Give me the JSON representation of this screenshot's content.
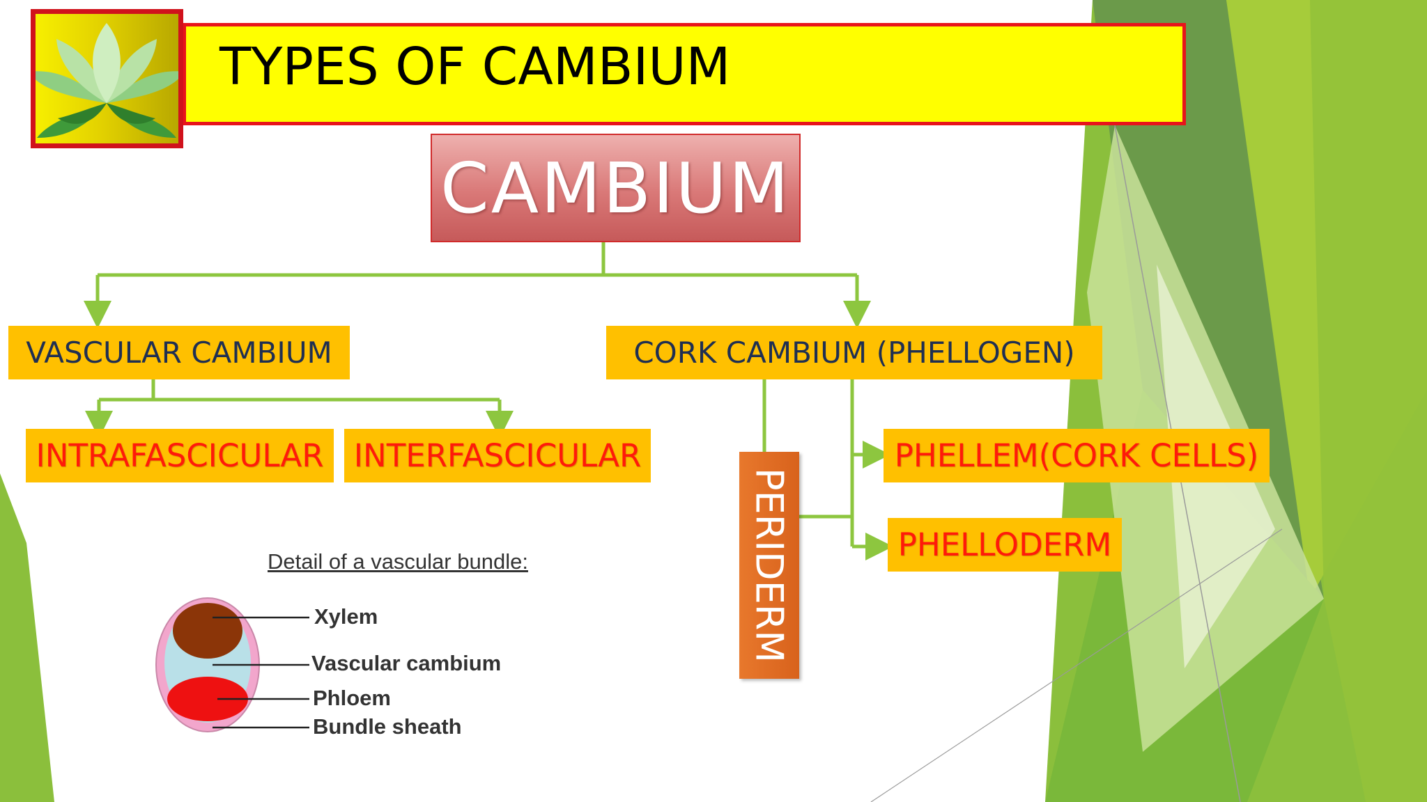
{
  "slide": {
    "title": "TYPES OF CAMBIUM",
    "colors": {
      "title_fill": "#ffff00",
      "title_border": "#e8141b",
      "box_fill": "#ffc000",
      "connector": "#8dc63f",
      "accent_green": "#76b82a",
      "periderm_fill": "#e8782c"
    },
    "logo": {
      "icon": "lotus-leaves-icon"
    }
  },
  "hierarchy": {
    "root": "CAMBIUM",
    "vascular": {
      "label": "VASCULAR CAMBIUM",
      "children": [
        "INTRAFASCICULAR",
        "INTERFASCICULAR"
      ]
    },
    "cork": {
      "label": "CORK CAMBIUM (PHELLOGEN)",
      "group": "PERIDERM",
      "children": [
        "PHELLEM(CORK CELLS)",
        "PHELLODERM"
      ]
    }
  },
  "bundle": {
    "title": "Detail of a vascular bundle:",
    "parts": [
      "Xylem",
      "Vascular cambium",
      "Phloem",
      "Bundle sheath"
    ],
    "colors": {
      "xylem": "#8b3508",
      "cambium": "#b9e0e8",
      "phloem": "#ee1111",
      "sheath": "#f2a6cc"
    }
  }
}
